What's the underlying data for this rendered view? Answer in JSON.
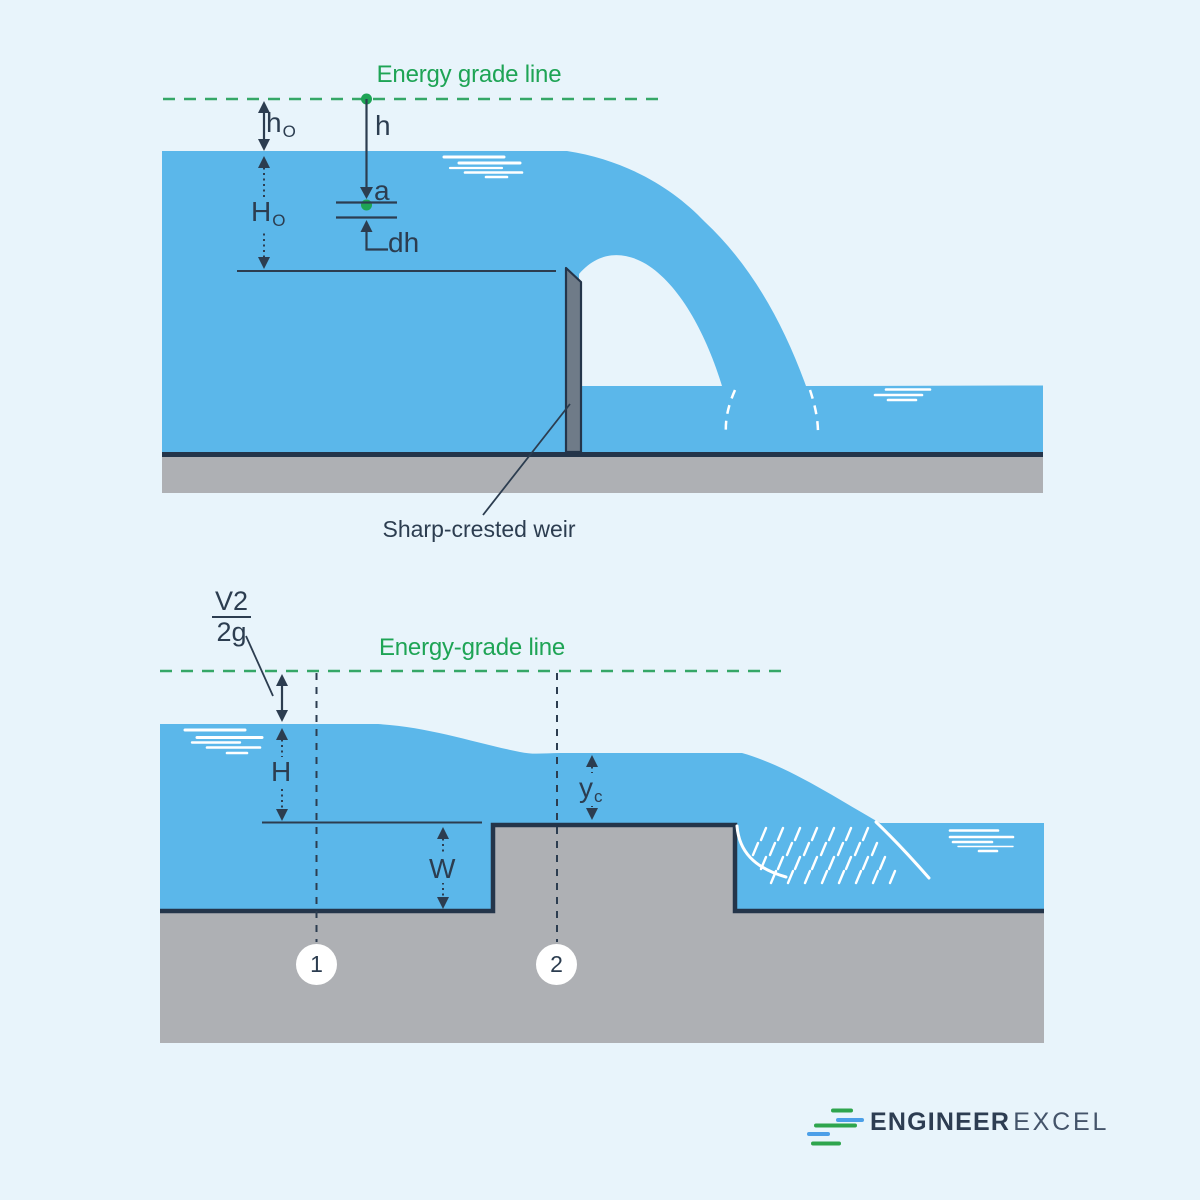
{
  "colors": {
    "background": "#E8F4FB",
    "water_blue": "#5BB7EA",
    "ground_gray": "#AEB0B4",
    "weir_plate_gray": "#6F7B88",
    "diagram_line_navy": "#2C3D50",
    "outline_navy": "#24354A",
    "energy_line_green": "#35A767",
    "energy_text_green": "#1EA455",
    "logo_green": "#2EA54D",
    "logo_blue": "#4C9FE8",
    "logo_navy_bold": "#2D3D52",
    "logo_navy_light": "#44546A"
  },
  "top_diagram": {
    "energy_grade_line_label": "Energy grade line",
    "point_head_label": "h",
    "approach_velocity_head": {
      "base": "h",
      "sub": "O"
    },
    "upstream_total_head": {
      "base": "H",
      "sub": "O"
    },
    "strip_position_label": "a",
    "strip_thickness_label": "dh",
    "weir_label": "Sharp-crested weir"
  },
  "bottom_diagram": {
    "energy_grade_line_label": "Energy-grade line",
    "velocity_head": {
      "numerator_base": "V",
      "numerator_sup": "2",
      "denominator_base": "2",
      "denominator_sub": "g"
    },
    "upstream_head_label": "H",
    "weir_height_label": "W",
    "critical_depth": {
      "base": "y",
      "sub": "c"
    },
    "stations": {
      "one": "1",
      "two": "2"
    }
  },
  "logo": {
    "brand_bold": "ENGINEER",
    "brand_light": "EXCEL"
  }
}
